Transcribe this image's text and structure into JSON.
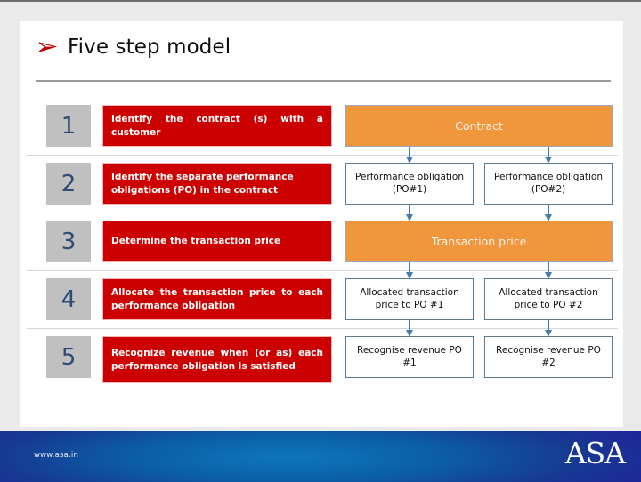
{
  "slide": {
    "title": "Five step model",
    "bullet_icon": "red-arrow-bullet-icon"
  },
  "steps": [
    {
      "number": "1",
      "description": "Identify the contract (s) with a customer"
    },
    {
      "number": "2",
      "description": "Identify the separate performance obligations (PO) in the contract"
    },
    {
      "number": "3",
      "description": "Determine the transaction price"
    },
    {
      "number": "4",
      "description": "Allocate the transaction price to each performance obligation"
    },
    {
      "number": "5",
      "description": "Recognize revenue when (or as) each performance obligation is satisfied"
    }
  ],
  "flow": {
    "row1_wide": "Contract",
    "row2_left": "Performance obligation (PO#1)",
    "row2_right": "Performance obligation (PO#2)",
    "row3_wide": "Transaction price",
    "row4_left": "Allocated transaction price to PO #1",
    "row4_right": "Allocated transaction price to PO #2",
    "row5_left": "Recognise revenue PO #1",
    "row5_right": "Recognise revenue PO #2"
  },
  "footer": {
    "url": "www.asa.in",
    "logo": "ASA"
  },
  "colors": {
    "step_box_red": "#cc0000",
    "wide_box_orange": "#f0963c",
    "number_box_gray": "#c0c0c0",
    "number_text_blue": "#2d4b76",
    "cell_border_blue": "#5a7b93",
    "arrow_blue": "#4a7ba7",
    "footer_blue": "#0e76bd",
    "bullet_red": "#cc0000"
  }
}
